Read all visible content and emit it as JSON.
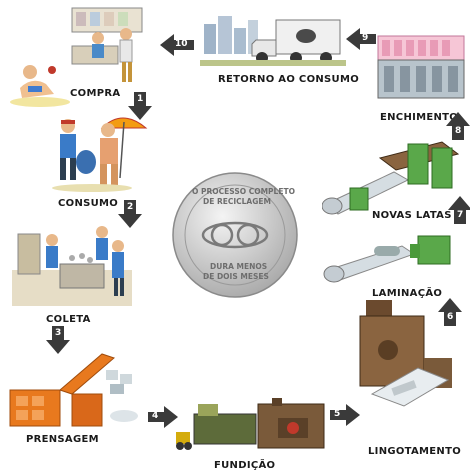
{
  "stages": {
    "compra": "COMPRA",
    "consumo": "CONSUMO",
    "coleta": "COLETA",
    "prensagem": "PRENSAGEM",
    "fundicao": "FUNDIÇÃO",
    "lingotamento": "LINGOTAMENTO",
    "laminacao": "LAMINAÇÃO",
    "novas_latas": "NOVAS LATAS",
    "enchimento": "ENCHIMENTO",
    "retorno": "RETORNO AO CONSUMO"
  },
  "steps": [
    "1",
    "2",
    "3",
    "4",
    "5",
    "6",
    "7",
    "8",
    "9",
    "10"
  ],
  "seal": {
    "line1": "O PROCESSO COMPLETO",
    "line2": "DE RECICLAGEM",
    "line3": "DURA MENOS",
    "line4": "DE DOIS MESES"
  },
  "colors": {
    "arrow": "#3a3a3a",
    "press_orange": "#e8791e",
    "machine_green": "#5aa84a",
    "furnace_brown": "#7a5a3a",
    "seal_silver": "#c9c9c9"
  }
}
